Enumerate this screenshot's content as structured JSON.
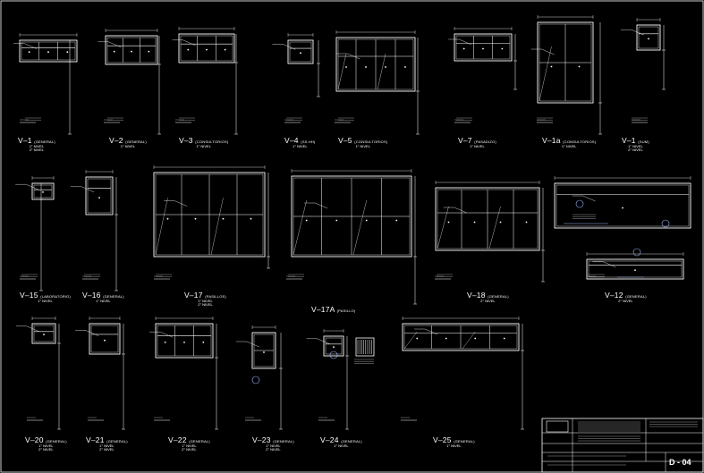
{
  "drawing": {
    "title": "",
    "sheet_number": "D - 04",
    "colors": {
      "background": "#000000",
      "line": "#ffffff",
      "accent": "#9fb8ff"
    }
  },
  "windows": [
    {
      "id": "v1",
      "code": "V–1",
      "note": "(GENERAL)",
      "level1": "1° NIVEL",
      "level2": "2° NIVEL"
    },
    {
      "id": "v2",
      "code": "V–2",
      "note": "(GENERAL)",
      "level1": "1° NIVEL",
      "level2": ""
    },
    {
      "id": "v3",
      "code": "V–3",
      "note": "(CONSULTORIOS)",
      "level1": "1° NIVEL",
      "level2": ""
    },
    {
      "id": "v4",
      "code": "V–4",
      "note": "(SS.HH)",
      "level1": "1° NIVEL",
      "level2": ""
    },
    {
      "id": "v5",
      "code": "V–5",
      "note": "(CONSULTORIOS)",
      "level1": "1° NIVEL",
      "level2": ""
    },
    {
      "id": "v7",
      "code": "V–7",
      "note": "(PASADIZO)",
      "level1": "1° NIVEL",
      "level2": ""
    },
    {
      "id": "v1a",
      "code": "V–1a",
      "note": "(CONSULTORIOS)",
      "level1": "1° NIVEL",
      "level2": ""
    },
    {
      "id": "v1b",
      "code": "V–1",
      "note": "(SUM)",
      "level1": "1° NIVEL",
      "level2": "2° NIVEL"
    },
    {
      "id": "v15",
      "code": "V–15",
      "note": "(LABORATORIO)",
      "level1": "1° NIVEL",
      "level2": ""
    },
    {
      "id": "v16",
      "code": "V–16",
      "note": "(GENERAL)",
      "level1": "1° NIVEL",
      "level2": ""
    },
    {
      "id": "v17",
      "code": "V–17",
      "note": "(PASILLOS)",
      "level1": "1° NIVEL",
      "level2": "2° NIVEL"
    },
    {
      "id": "v17a",
      "code": "V–17A",
      "note": "(PASILLO)",
      "level1": "",
      "level2": ""
    },
    {
      "id": "v18",
      "code": "V–18",
      "note": "(GENERAL)",
      "level1": "2° NIVEL",
      "level2": ""
    },
    {
      "id": "v12",
      "code": "V–12",
      "note": "(GENERAL)",
      "level1": "2° NIVEL",
      "level2": ""
    },
    {
      "id": "v20",
      "code": "V–20",
      "note": "(GENERAL)",
      "level1": "1° NIVEL",
      "level2": "2° NIVEL"
    },
    {
      "id": "v21",
      "code": "V–21",
      "note": "(GENERAL)",
      "level1": "1° NIVEL",
      "level2": "2° NIVEL"
    },
    {
      "id": "v22",
      "code": "V–22",
      "note": "(GENERAL)",
      "level1": "1° NIVEL",
      "level2": "2° NIVEL"
    },
    {
      "id": "v23",
      "code": "V–23",
      "note": "(GENERAL)",
      "level1": "1° NIVEL",
      "level2": "2° NIVEL"
    },
    {
      "id": "v24",
      "code": "V–24",
      "note": "(GENERAL)",
      "level1": "1° NIVEL",
      "level2": ""
    },
    {
      "id": "v25",
      "code": "V–25",
      "note": "(GENERAL)",
      "level1": "1° NIVEL",
      "level2": ""
    }
  ]
}
